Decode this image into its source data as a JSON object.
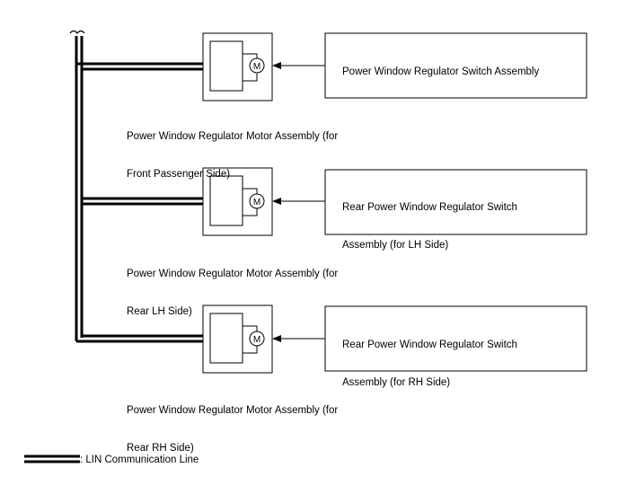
{
  "motors": [
    {
      "line1": "Power Window Regulator Motor Assembly (for",
      "line2": "Front Passenger Side)",
      "symbol": "M"
    },
    {
      "line1": "Power Window Regulator Motor Assembly (for",
      "line2": "Rear LH Side)",
      "symbol": "M"
    },
    {
      "line1": "Power Window Regulator Motor Assembly (for",
      "line2": "Rear RH Side)",
      "symbol": "M"
    }
  ],
  "switches": [
    {
      "line1": "Power Window Regulator Switch Assembly",
      "line2": ""
    },
    {
      "line1": "Rear Power Window Regulator Switch",
      "line2": "Assembly (for LH Side)"
    },
    {
      "line1": "Rear Power Window Regulator Switch",
      "line2": "Assembly (for RH Side)"
    }
  ],
  "legend": {
    "label": ": LIN Communication Line"
  }
}
